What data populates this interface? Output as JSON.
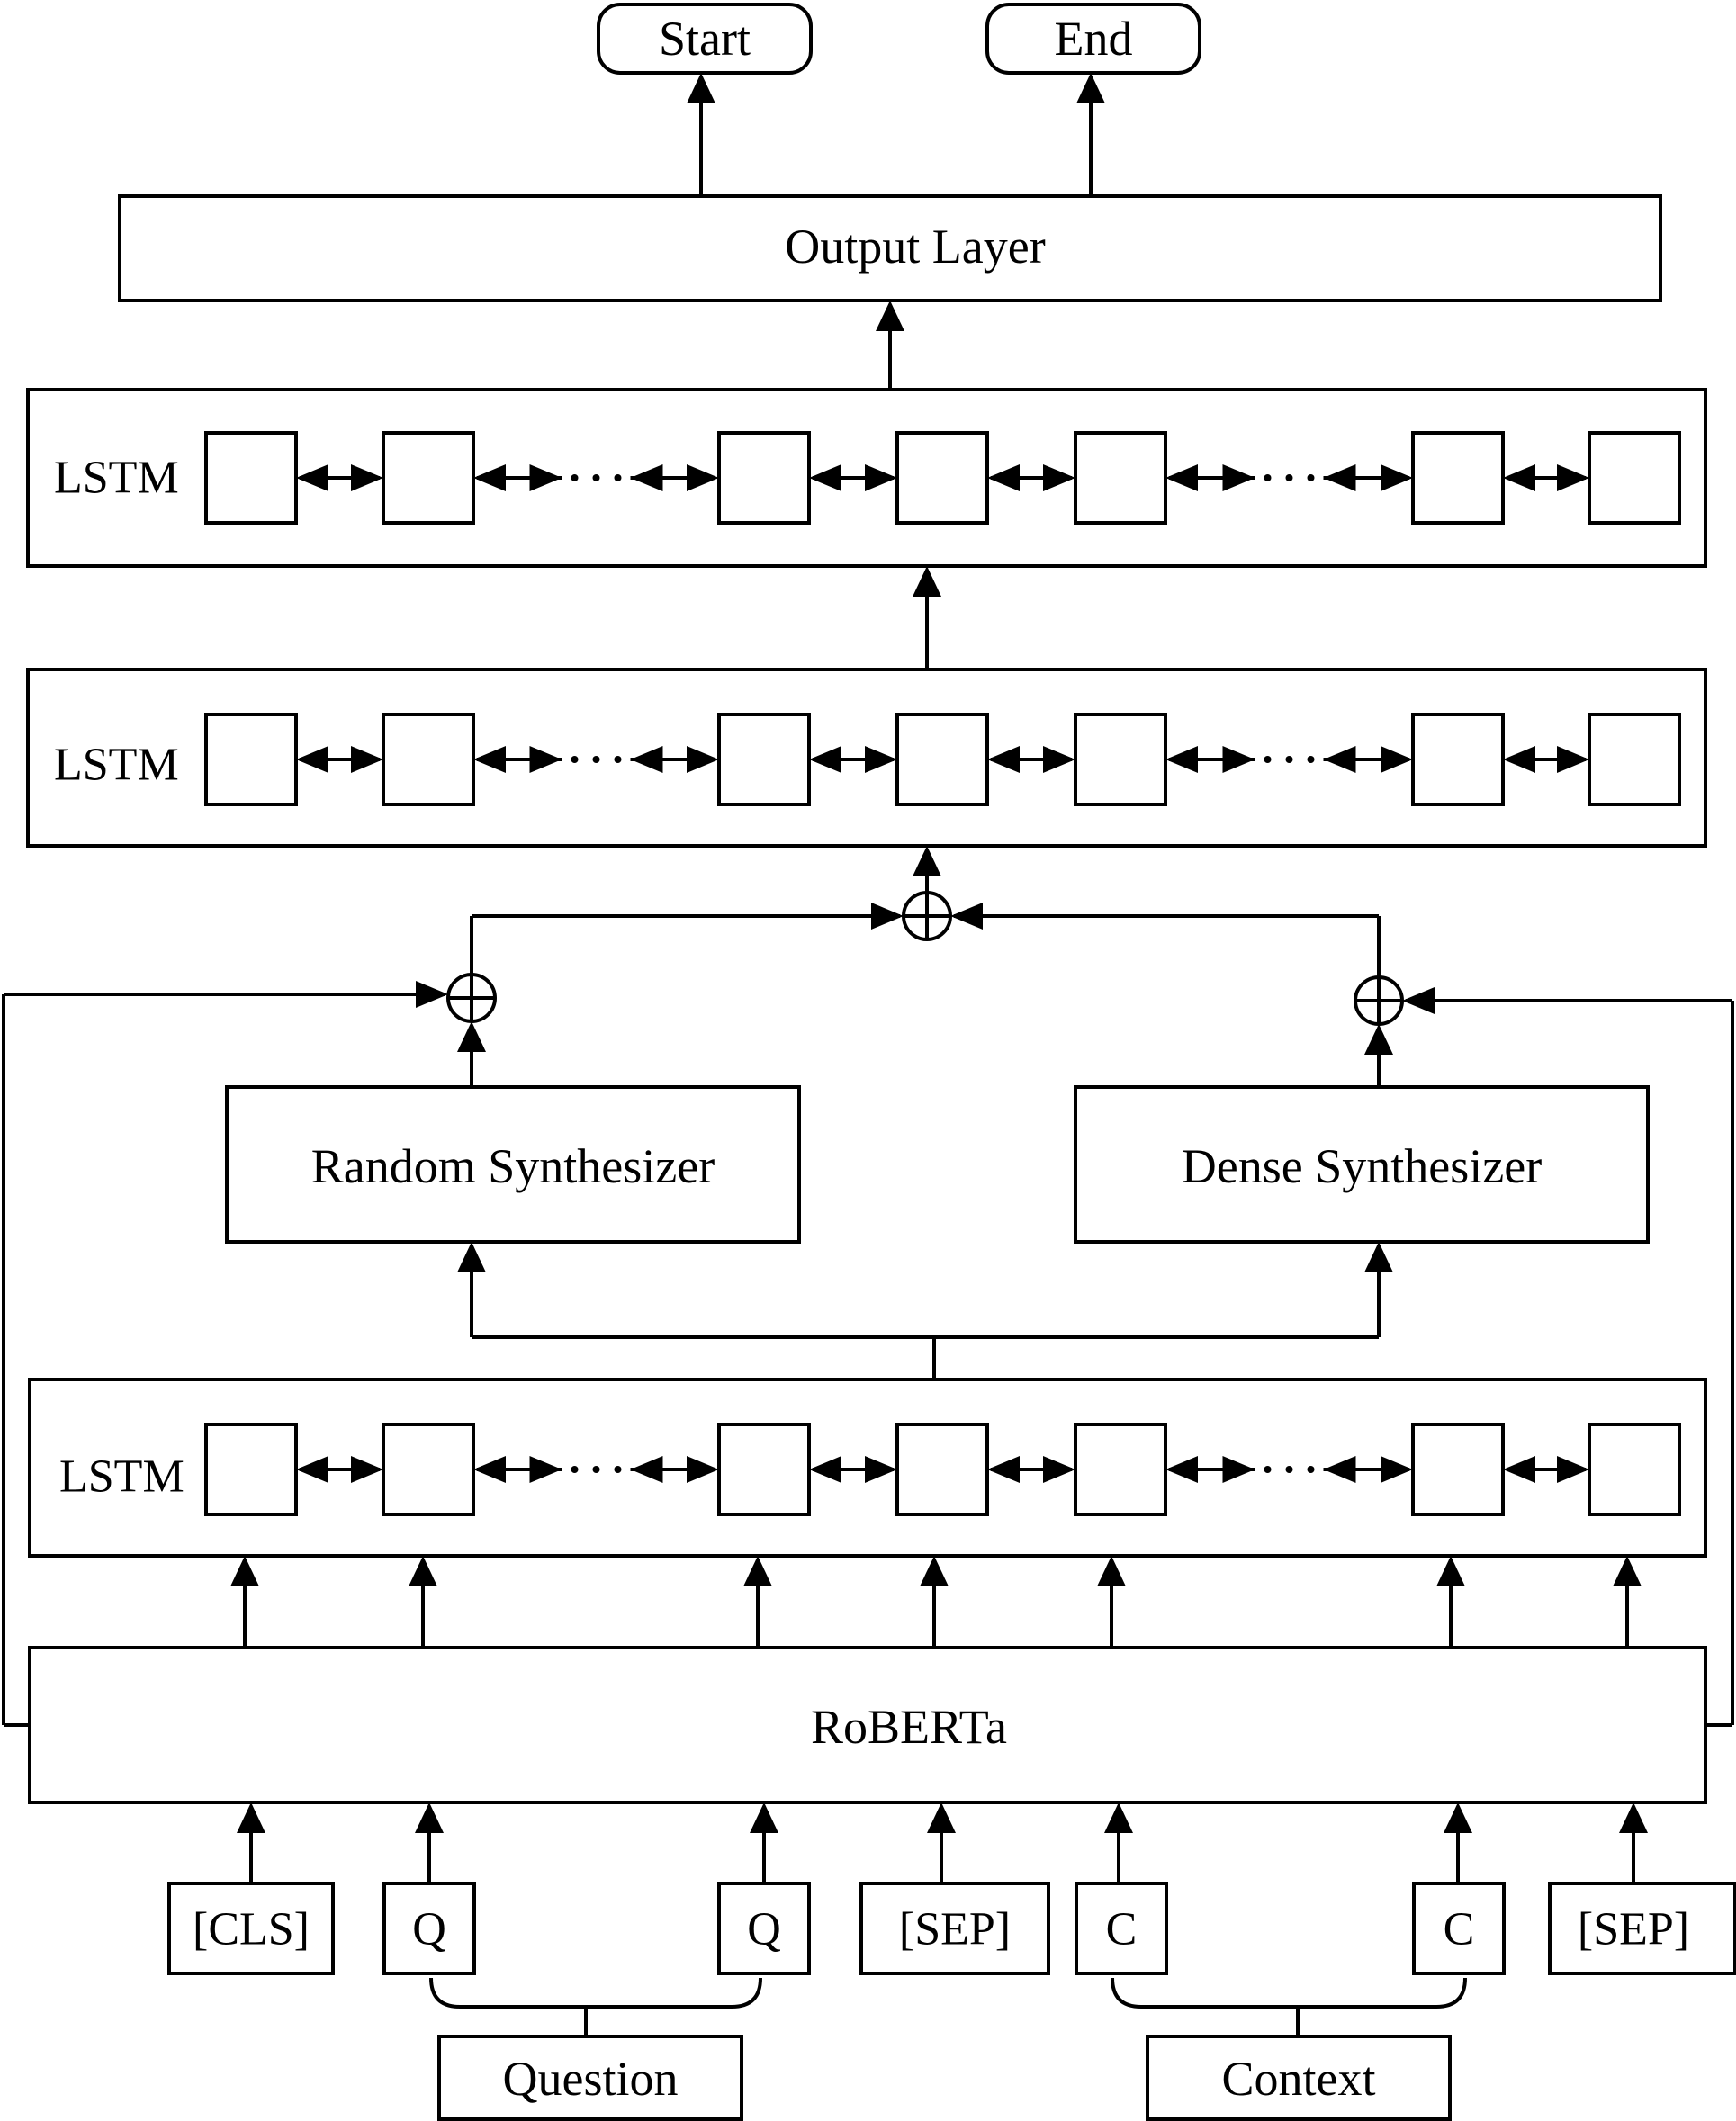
{
  "outputs": {
    "start": "Start",
    "end": "End"
  },
  "output_layer": {
    "label": "Output Layer"
  },
  "lstm_top": {
    "label": "LSTM"
  },
  "lstm_middle": {
    "label": "LSTM"
  },
  "lstm_bottom": {
    "label": "LSTM"
  },
  "random_synthesizer": {
    "label": "Random Synthesizer"
  },
  "dense_synthesizer": {
    "label": "Dense Synthesizer"
  },
  "roberta": {
    "label": "RoBERTa"
  },
  "tokens": [
    "[CLS]",
    "Q",
    "Q",
    "[SEP]",
    "C",
    "C",
    "[SEP]"
  ],
  "groups": {
    "question": "Question",
    "context": "Context"
  },
  "colors": {
    "stroke": "#000000",
    "background": "#ffffff"
  },
  "icons": {
    "sum": "circled-plus-icon",
    "ellipsis": "ellipsis-dots"
  }
}
